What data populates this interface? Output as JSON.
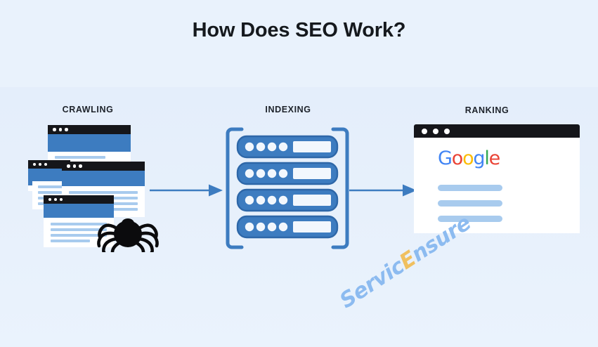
{
  "page": {
    "title": "How Does SEO Work?",
    "background_color": "#e9f2fc",
    "panel_color": "#e4eefb"
  },
  "stages": [
    {
      "id": "crawling",
      "label": "CRAWLING",
      "icon": "browser-windows-with-spider-icon",
      "description_elements": [
        "browser-window",
        "browser-window",
        "browser-window",
        "browser-window",
        "spider"
      ]
    },
    {
      "id": "indexing",
      "label": "INDEXING",
      "icon": "server-rack-icon",
      "server_rows": 4,
      "leds_per_row": 4
    },
    {
      "id": "ranking",
      "label": "RANKING",
      "icon": "google-search-results-icon",
      "result_lines": 3
    }
  ],
  "connectors": [
    {
      "id": "arrow-crawling-to-indexing",
      "icon": "arrow-right-icon",
      "color": "#3d7cc0"
    },
    {
      "id": "arrow-indexing-to-ranking",
      "icon": "arrow-right-icon",
      "color": "#3d7cc0"
    }
  ],
  "google_logo": {
    "letters": [
      {
        "char": "G",
        "color": "#4285F4"
      },
      {
        "char": "o",
        "color": "#EA4335"
      },
      {
        "char": "o",
        "color": "#FBBC05"
      },
      {
        "char": "g",
        "color": "#4285F4"
      },
      {
        "char": "l",
        "color": "#34A853"
      },
      {
        "char": "e",
        "color": "#EA4335"
      }
    ]
  },
  "watermark": {
    "text_primary": "Servic",
    "text_accent": "E",
    "text_suffix": "nsure",
    "full_text": "ServiceEnsure",
    "primary_color": "#8cbbf0",
    "accent_color": "#f0c060"
  },
  "colors": {
    "brand_blue": "#3d7cc0",
    "light_blue": "#a8cbee",
    "dark_bar": "#15161a",
    "white": "#ffffff"
  }
}
